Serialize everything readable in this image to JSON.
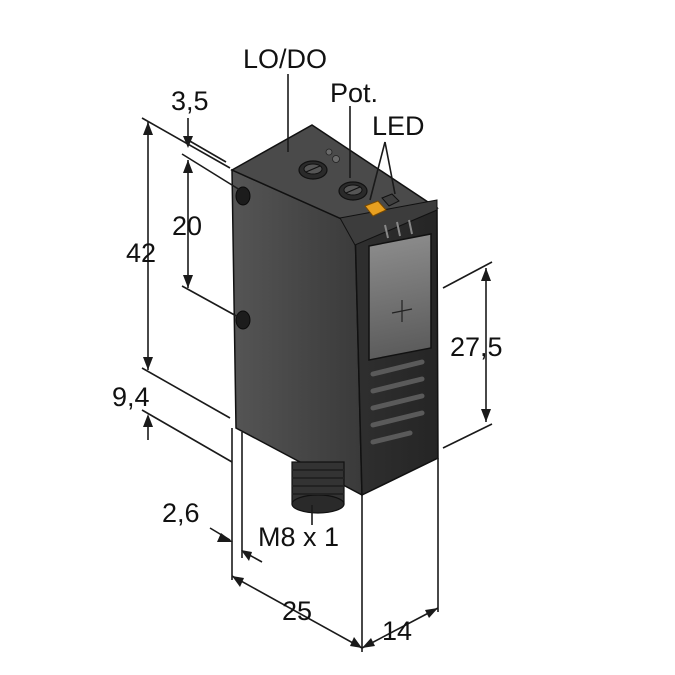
{
  "labels": {
    "lo_do": "LO/DO",
    "pot": "Pot.",
    "led": "LED",
    "thread": "M8 x 1"
  },
  "dimensions": {
    "overall_height": "42",
    "hole_spacing": "20",
    "top_offset": "3,5",
    "bottom_offset": "9,4",
    "connector_offset": "2,6",
    "width": "25",
    "depth": "14",
    "lens_height": "27,5"
  },
  "colors": {
    "body_front": "#3a3a3a",
    "body_side": "#2b2b2b",
    "body_top": "#4a4a4a",
    "led": "#e8a020",
    "lens": "#707070",
    "line": "#1a1a1a"
  }
}
